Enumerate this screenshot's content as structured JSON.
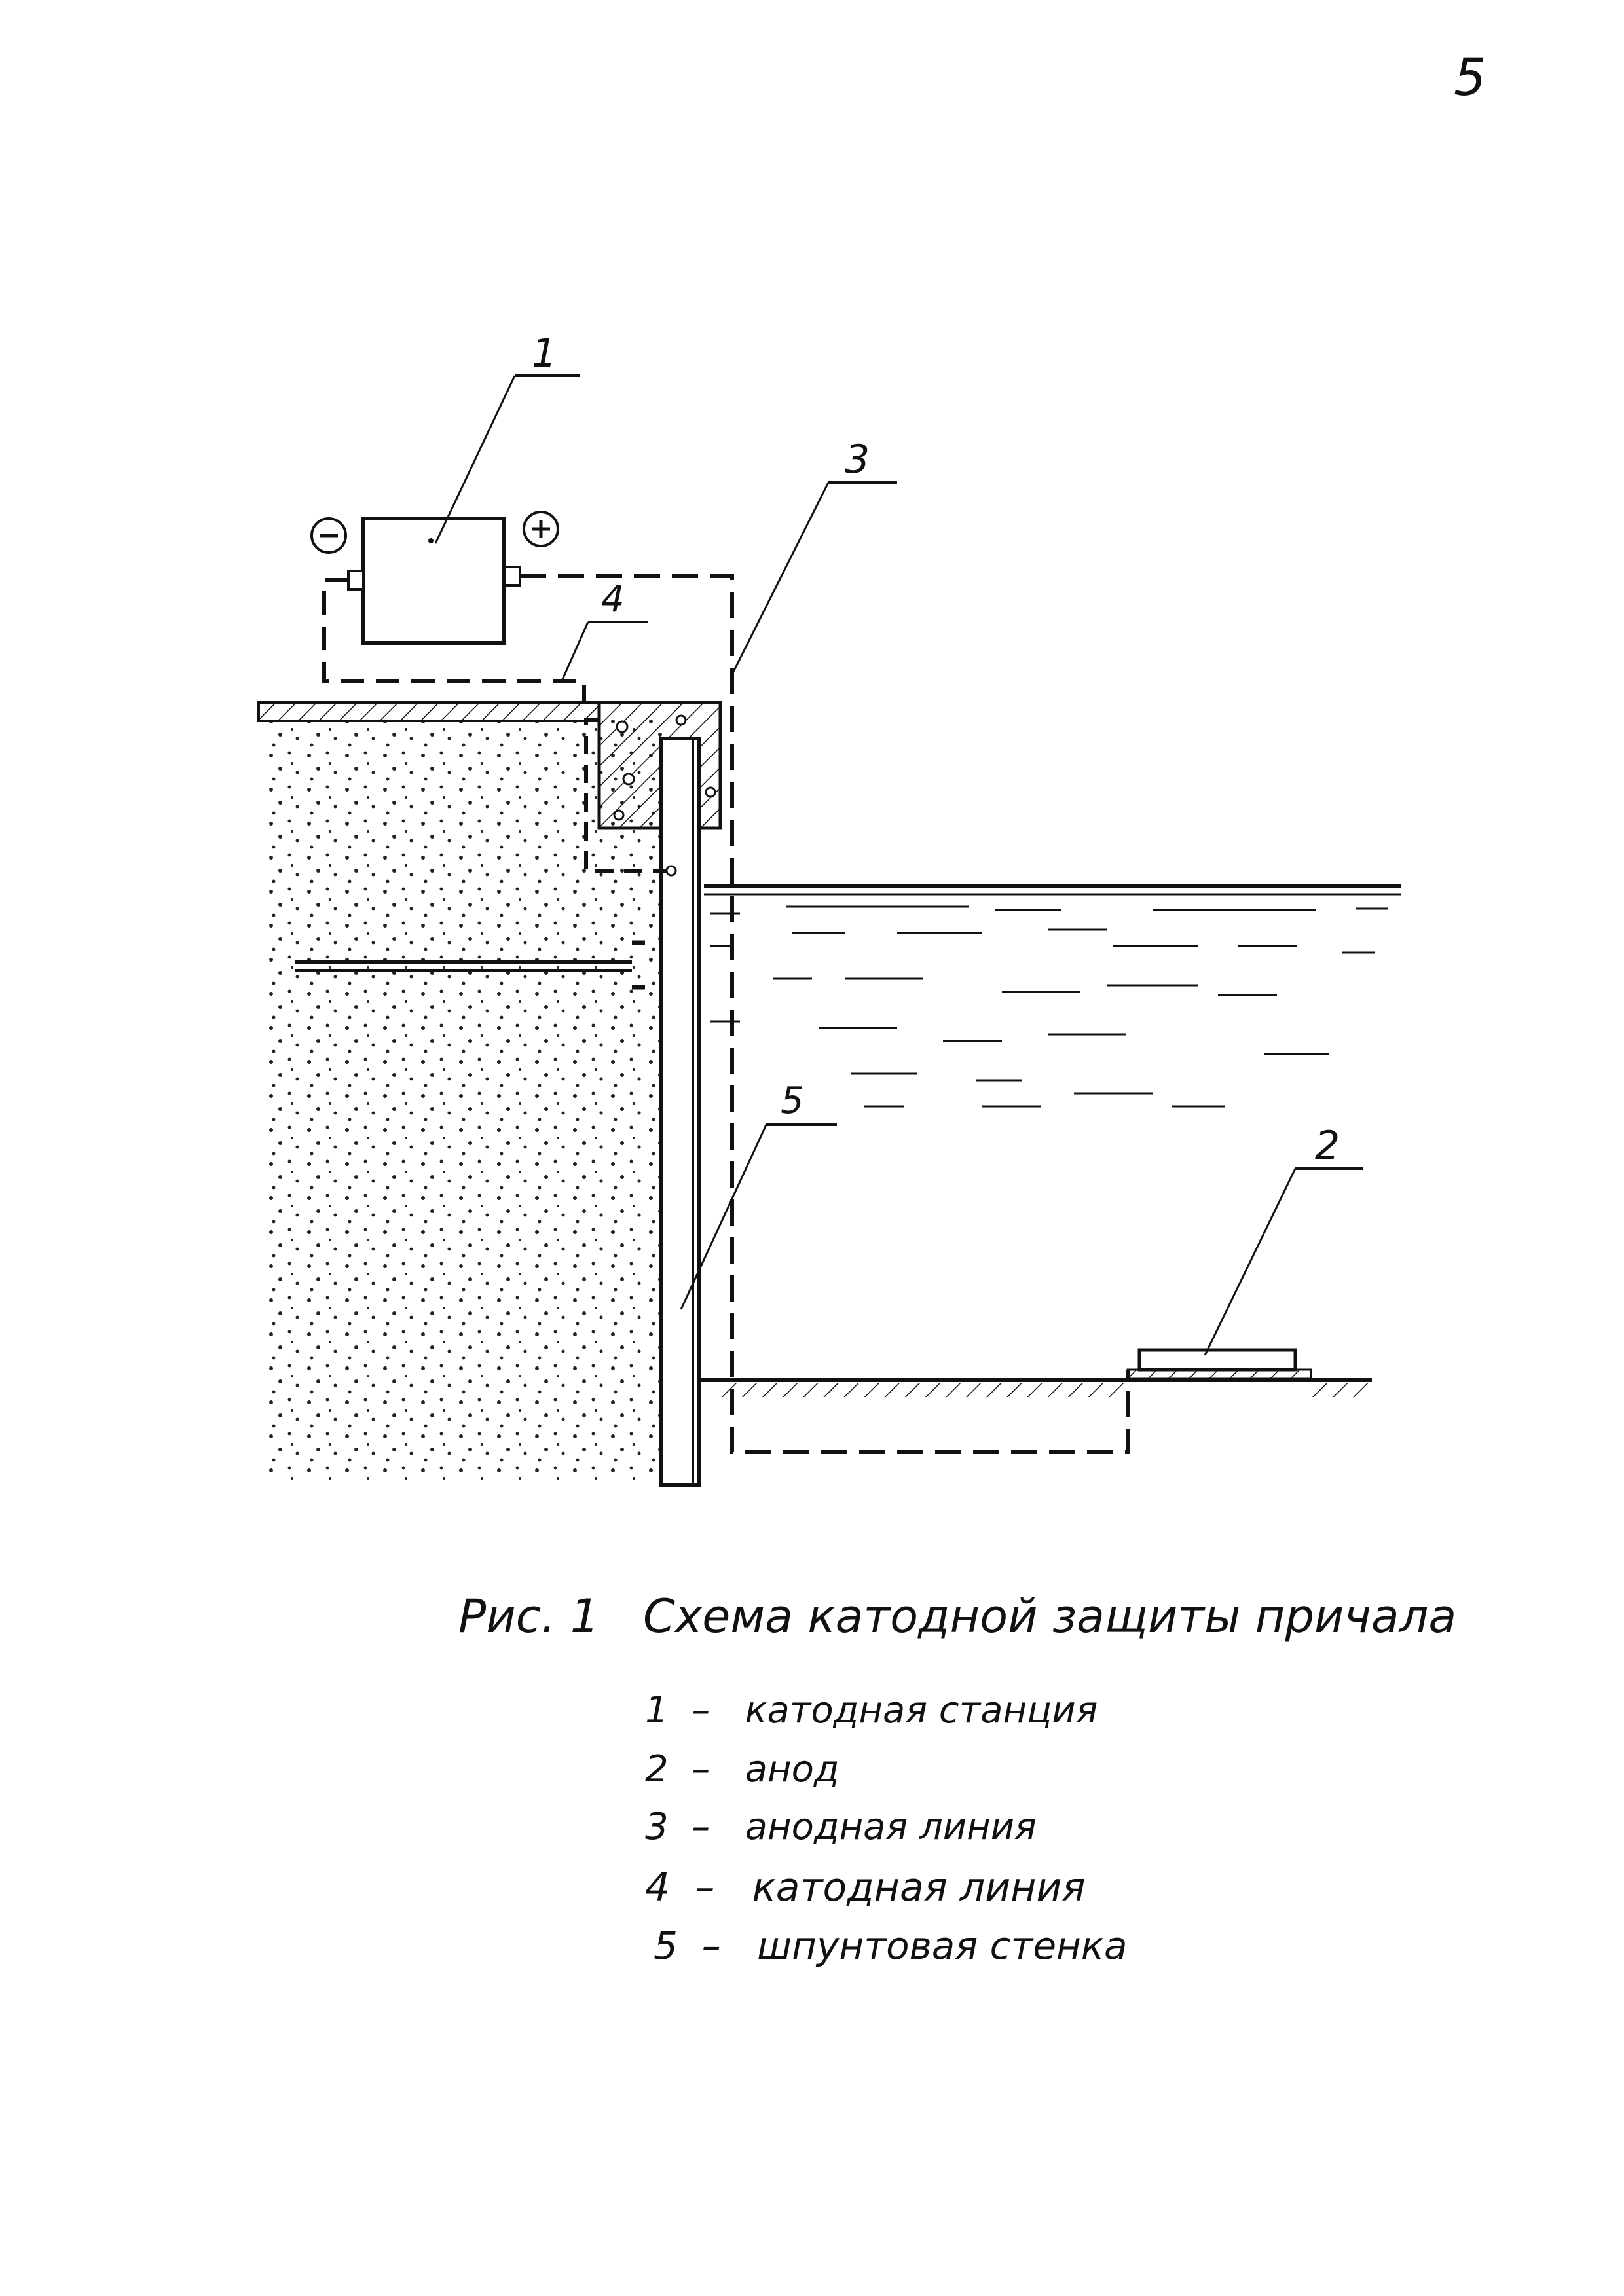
{
  "page_number": "5",
  "diagram": {
    "polarity_minus": "−",
    "polarity_plus": "+",
    "callouts": [
      {
        "id": "1",
        "text": "1"
      },
      {
        "id": "2",
        "text": "2"
      },
      {
        "id": "3",
        "text": "3"
      },
      {
        "id": "4",
        "text": "4"
      },
      {
        "id": "5",
        "text": "5"
      }
    ]
  },
  "caption": {
    "fig_label": "Рис. 1",
    "title": "Схема катодной защиты причала"
  },
  "legend": [
    {
      "num": "1",
      "dash": "–",
      "text": "катодная станция"
    },
    {
      "num": "2",
      "dash": "–",
      "text": "анод"
    },
    {
      "num": "3",
      "dash": "–",
      "text": "анодная линия"
    },
    {
      "num": "4",
      "dash": "–",
      "text": "катодная линия"
    },
    {
      "num": "5",
      "dash": "–",
      "text": "шпунтовая стенка"
    }
  ],
  "colors": {
    "ink": "#111111",
    "paper": "#ffffff"
  }
}
